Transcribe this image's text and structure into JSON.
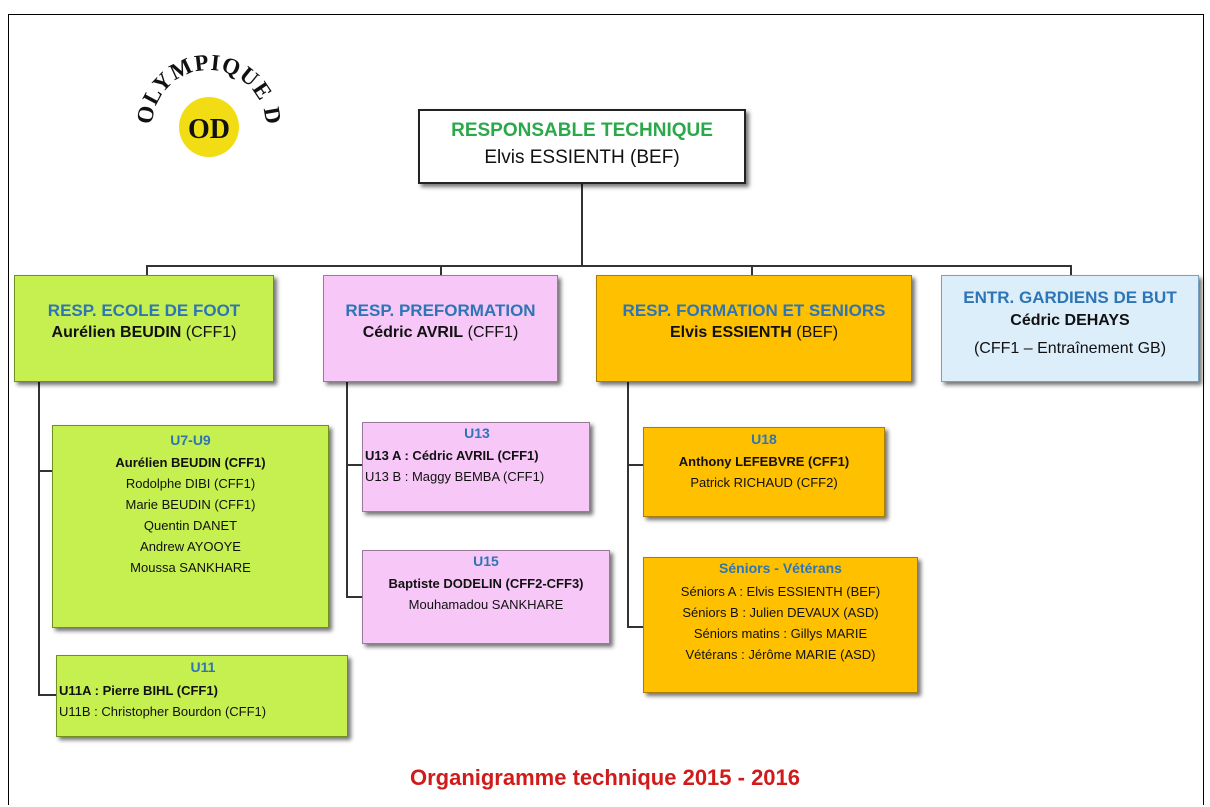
{
  "logo": {
    "text": "OLYMPIQUE DE DARNETAL",
    "initials": "OD"
  },
  "top": {
    "title": "RESPONSABLE TECHNIQUE",
    "person": "Elvis ESSIENTH (BEF)"
  },
  "branches": [
    {
      "title": "RESP. ECOLE DE FOOT",
      "name": "Aurélien BEUDIN",
      "qual": " (CFF1)"
    },
    {
      "title": "RESP. PREFORMATION",
      "name": "Cédric AVRIL",
      "qual": " (CFF1)"
    },
    {
      "title": "RESP. FORMATION ET SENIORS",
      "name": "Elvis ESSIENTH",
      "qual": "  (BEF)"
    },
    {
      "title": "ENTR. GARDIENS DE BUT",
      "name": "Cédric DEHAYS",
      "qual": "(CFF1 – Entraînement GB)"
    }
  ],
  "teams": {
    "u7u9": {
      "title": "U7-U9",
      "lines": [
        "Aurélien BEUDIN (CFF1)",
        "Rodolphe DIBI (CFF1)",
        "Marie BEUDIN (CFF1)",
        "Quentin DANET",
        "Andrew AYOOYE",
        "Moussa SANKHARE"
      ]
    },
    "u11": {
      "title": "U11",
      "lines": [
        "U11A : Pierre BIHL (CFF1)",
        "U11B  : Christopher Bourdon (CFF1)"
      ]
    },
    "u13": {
      "title": "U13",
      "lines": [
        "U13 A : Cédric AVRIL (CFF1)",
        "U13 B : Maggy BEMBA (CFF1)"
      ]
    },
    "u15": {
      "title": "U15",
      "lines": [
        "Baptiste DODELIN (CFF2-CFF3)",
        "Mouhamadou SANKHARE"
      ]
    },
    "u18": {
      "title": "U18",
      "lines": [
        "Anthony LEFEBVRE (CFF1)",
        "Patrick RICHAUD (CFF2)"
      ]
    },
    "seniors": {
      "title": "Séniors - Vétérans",
      "lines": [
        "Séniors A : Elvis ESSIENTH (BEF)",
        "Séniors B : Julien DEVAUX (ASD)",
        "Séniors matins : Gillys MARIE",
        "Vétérans : Jérôme MARIE (ASD)"
      ]
    }
  },
  "footer": {
    "title": "Organigramme technique 2015 - 2016"
  },
  "colors": {
    "green": "#C6EF50",
    "pink": "#F7C8F7",
    "orange": "#FFC000",
    "blue": "#DDEEFB",
    "heading": "#2E75B6",
    "footer": "#D11A1A",
    "top_title": "#2BA84A"
  }
}
